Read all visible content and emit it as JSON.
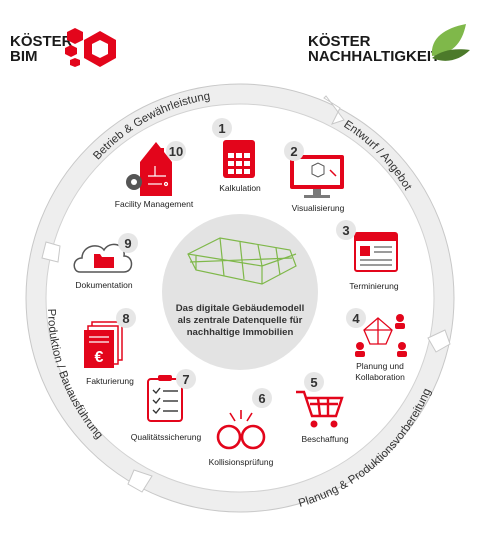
{
  "brands": {
    "left": {
      "line1": "KÖSTER",
      "line2": "BIM",
      "logo_icon": "red-cubes-logo-icon"
    },
    "right": {
      "line1": "KÖSTER",
      "line2": "NACHHALTIGKEIT",
      "logo_icon": "green-leaves-logo-icon"
    }
  },
  "center": {
    "line1": "Das digitale Gebäudemodell",
    "line2": "als zentrale Datenquelle für",
    "line3": "nachhaltige Immobilien",
    "icon": "building-wireframe-icon"
  },
  "phases": [
    {
      "label": "Entwurf / Angebot"
    },
    {
      "label": "Planung & Produktionsvorbereitung"
    },
    {
      "label": "Produktion / Bauausführung"
    },
    {
      "label": "Betrieb & Gewährleistung"
    }
  ],
  "steps": [
    {
      "num": "1",
      "label": "Kalkulation",
      "icon": "calculator-icon"
    },
    {
      "num": "2",
      "label": "Visualisierung",
      "icon": "monitor-cube-icon"
    },
    {
      "num": "3",
      "label": "Terminierung",
      "icon": "calendar-icon"
    },
    {
      "num": "4",
      "label": "Planung und",
      "label2": "Kollaboration",
      "icon": "collaboration-network-icon"
    },
    {
      "num": "5",
      "label": "Beschaffung",
      "icon": "shopping-cart-icon"
    },
    {
      "num": "6",
      "label": "Kollisionsprüfung",
      "icon": "collision-rings-icon"
    },
    {
      "num": "7",
      "label": "Qualitätssicherung",
      "icon": "checklist-icon"
    },
    {
      "num": "8",
      "label": "Fakturierung",
      "icon": "euro-invoice-icon"
    },
    {
      "num": "9",
      "label": "Dokumentation",
      "icon": "cloud-folder-icon"
    },
    {
      "num": "10",
      "label": "Facility Management",
      "icon": "smart-house-icon"
    }
  ],
  "colors": {
    "red": "#e3051b",
    "gray": "#9b9b9b",
    "light_gray": "#e9e9e9",
    "green": "#7fb84a",
    "dark": "#1a1a1a"
  }
}
